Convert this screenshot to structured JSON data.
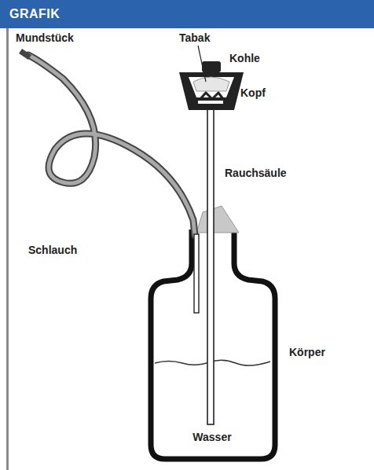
{
  "diagram": {
    "title": "GRAFIK",
    "labels": [
      "Mundstück",
      "Tabak",
      "Kohle",
      "Kopf",
      "Rauchsäule",
      "Schlauch",
      "Körper",
      "Wasser"
    ]
  }
}
